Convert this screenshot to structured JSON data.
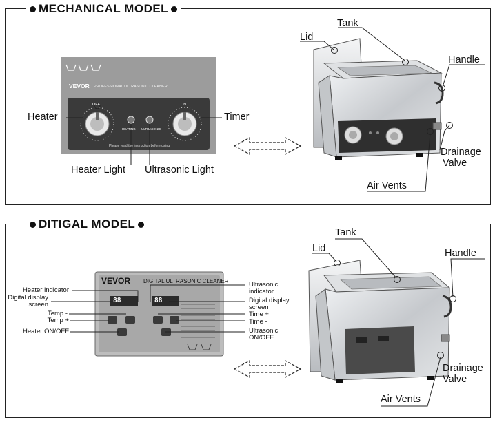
{
  "sections": {
    "mechanical": {
      "title": "MECHANICAL MODEL"
    },
    "digital": {
      "title": "DITIGAL MODEL"
    }
  },
  "mechanical_panel": {
    "brand": "VEVOR",
    "subtitle": "PROFESSIONAL ULTRASONIC CLEANER",
    "heater_dial_top": "OFF",
    "timer_dial_top": "ON",
    "heating_light": "HEATING",
    "ultrasonic_light": "ULTRASONIC",
    "note": "Please read the instruction before using"
  },
  "mechanical_labels": {
    "heater": "Heater",
    "timer": "Timer",
    "heater_light": "Heater Light",
    "ultrasonic_light": "Ultrasonic Light",
    "lid": "Lid",
    "tank": "Tank",
    "handle": "Handle",
    "drainage": "Drainage",
    "valve": "Valve",
    "air_vents": "Air Vents"
  },
  "digital_panel": {
    "brand": "VEVOR",
    "subtitle": "DIGITAL ULTRASONIC CLEANER",
    "temp_digits": "88",
    "time_digits": "88"
  },
  "digital_labels": {
    "heater_indicator": "Heater indicator",
    "digital_display_left_1": "Digital display",
    "digital_display_left_2": "screen",
    "temp_minus": "Temp  -",
    "temp_plus": "Temp  +",
    "heater_onoff": "Heater ON/OFF",
    "ultrasonic_indicator_1": "Ultrasonic",
    "ultrasonic_indicator_2": "indicator",
    "digital_display_right_1": "Digital display",
    "digital_display_right_2": "screen",
    "time_plus": "Time +",
    "time_minus": "Time -",
    "ultrasonic_onoff_1": "Ultrasonic",
    "ultrasonic_onoff_2": "ON/OFF",
    "lid": "Lid",
    "tank": "Tank",
    "handle": "Handle",
    "drainage": "Drainage",
    "valve": "Valve",
    "air_vents": "Air Vents"
  },
  "colors": {
    "panel_gray": "#9c9c9c",
    "panel_dark": "#3a3a3a",
    "steel": "#cfd1d4",
    "outline": "#222222"
  }
}
